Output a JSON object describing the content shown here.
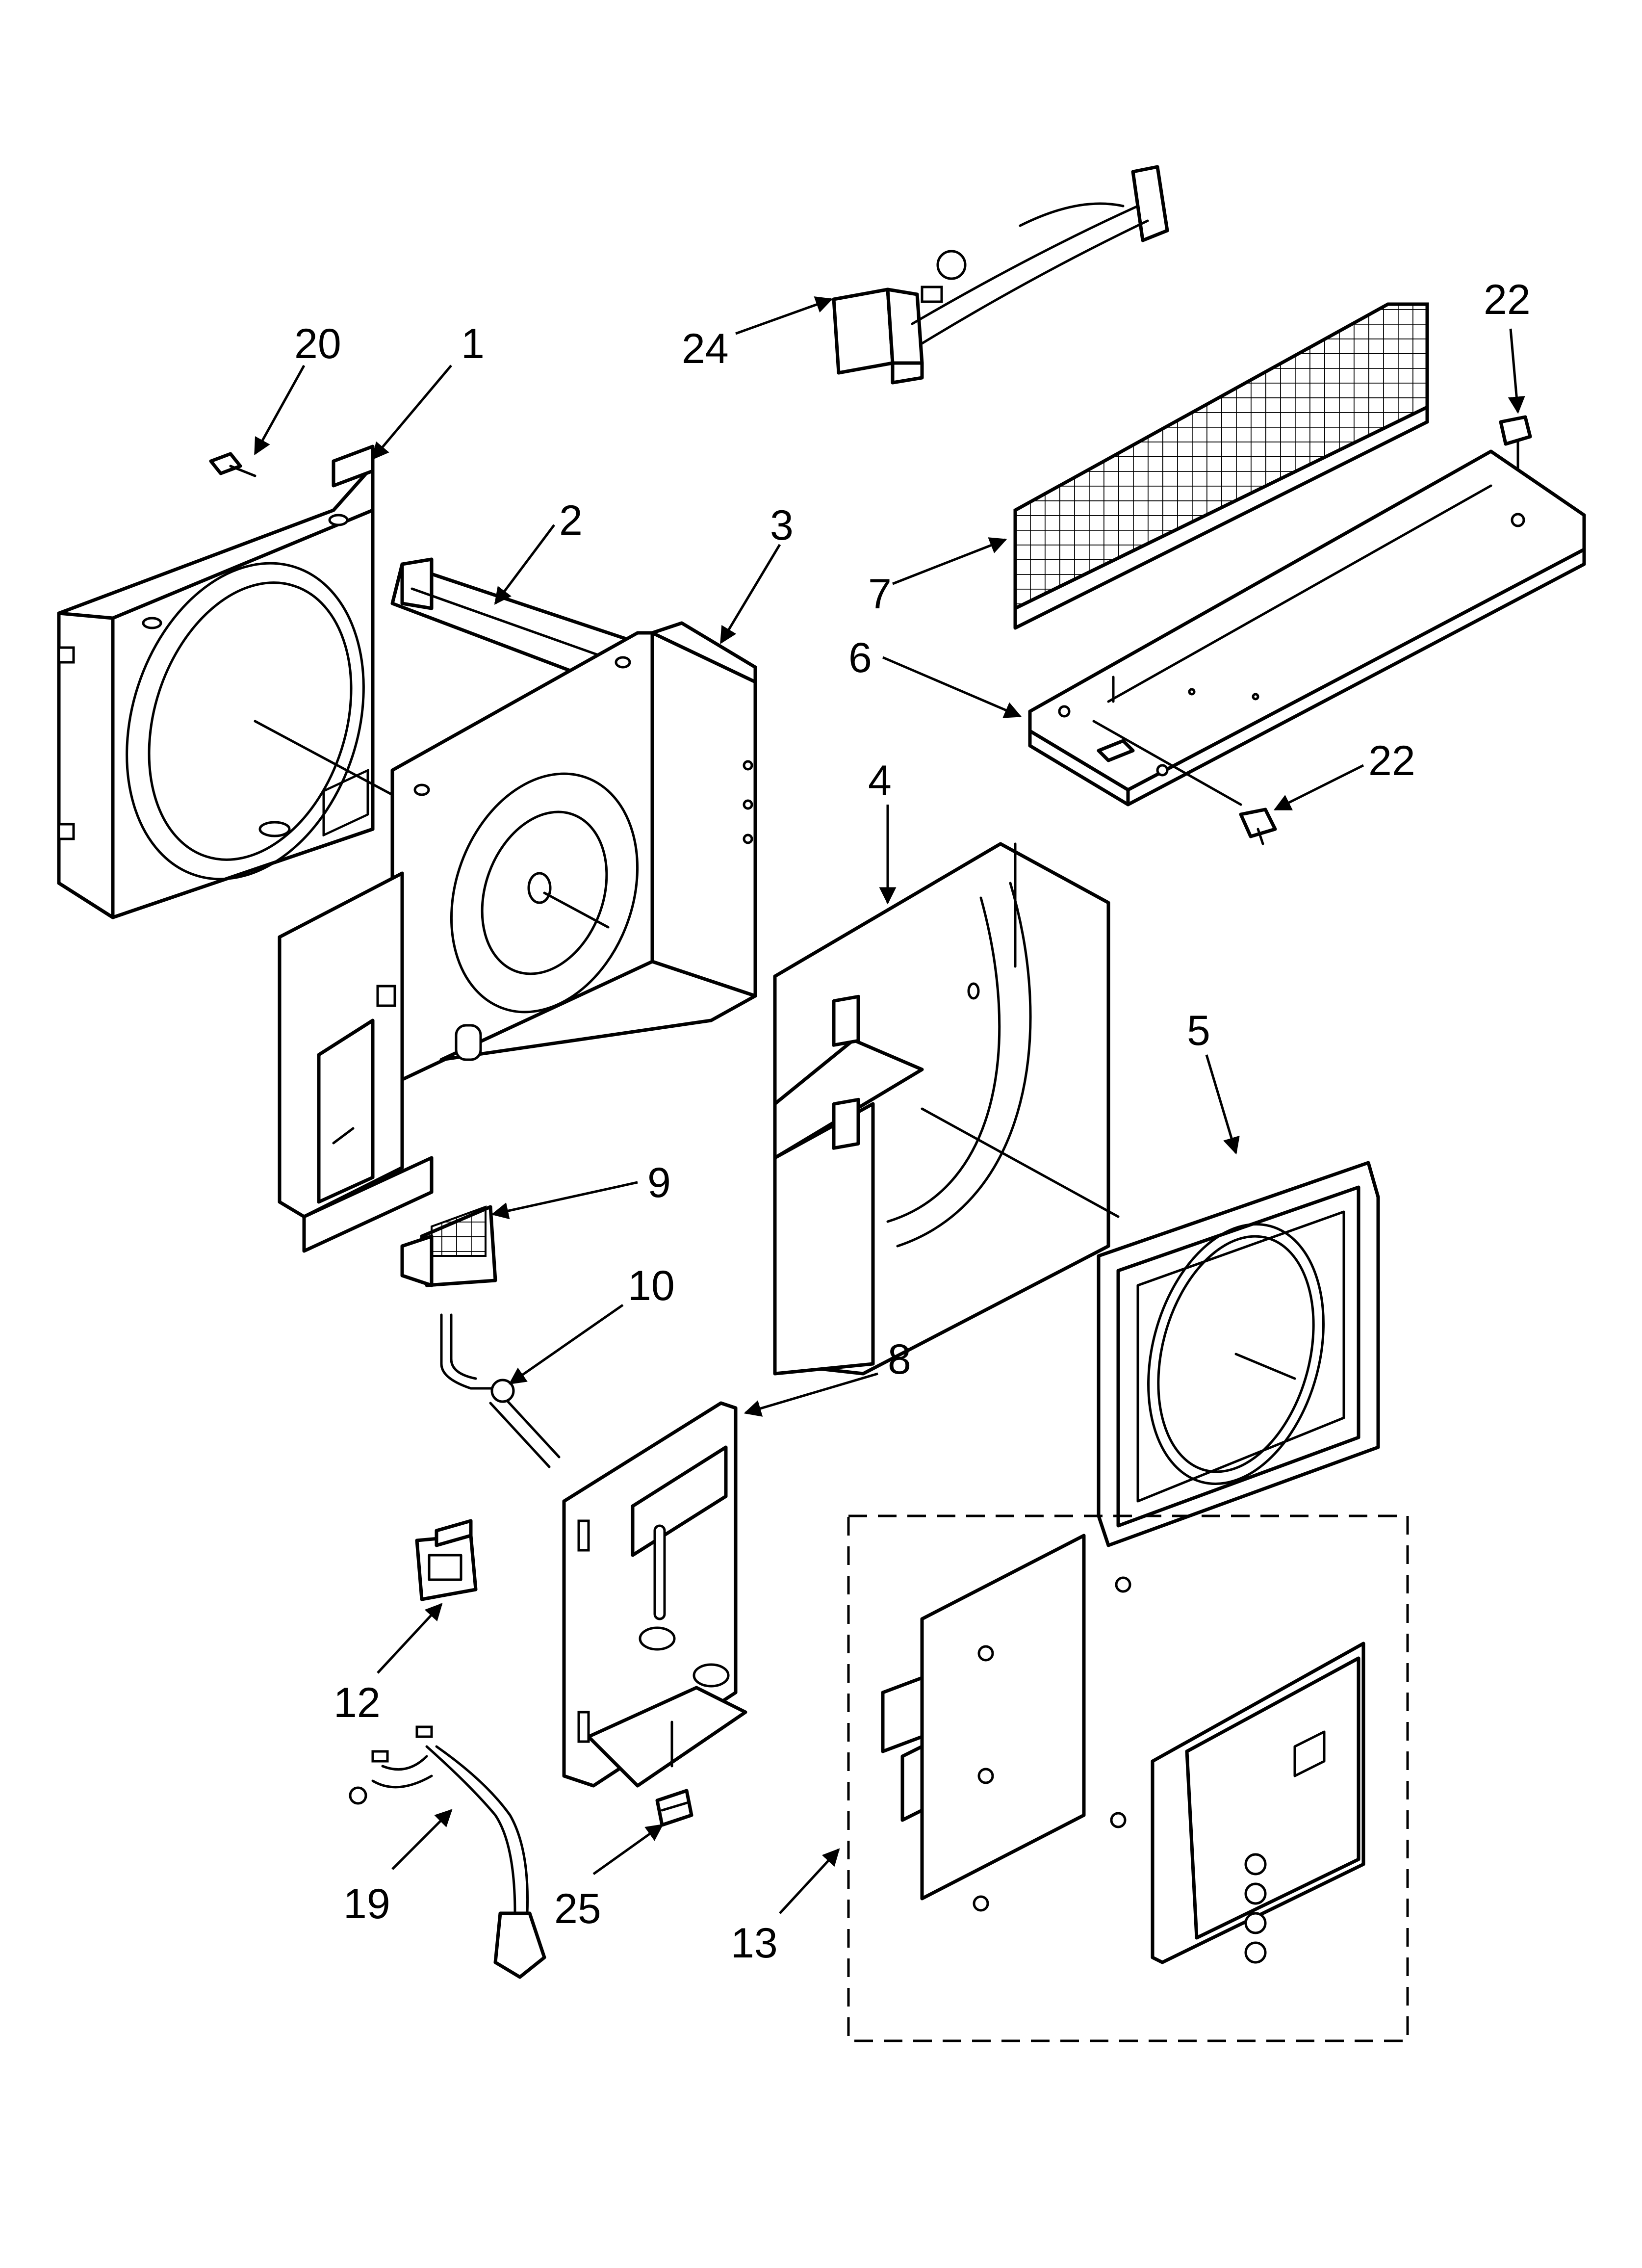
{
  "diagram": {
    "callouts": [
      {
        "id": "20",
        "label": "20"
      },
      {
        "id": "1",
        "label": "1"
      },
      {
        "id": "2",
        "label": "2"
      },
      {
        "id": "3",
        "label": "3"
      },
      {
        "id": "24",
        "label": "24"
      },
      {
        "id": "22a",
        "label": "22"
      },
      {
        "id": "7",
        "label": "7"
      },
      {
        "id": "6",
        "label": "6"
      },
      {
        "id": "22b",
        "label": "22"
      },
      {
        "id": "4",
        "label": "4"
      },
      {
        "id": "5",
        "label": "5"
      },
      {
        "id": "9",
        "label": "9"
      },
      {
        "id": "10",
        "label": "10"
      },
      {
        "id": "8",
        "label": "8"
      },
      {
        "id": "12",
        "label": "12"
      },
      {
        "id": "19",
        "label": "19"
      },
      {
        "id": "25",
        "label": "25"
      },
      {
        "id": "13",
        "label": "13"
      }
    ]
  }
}
